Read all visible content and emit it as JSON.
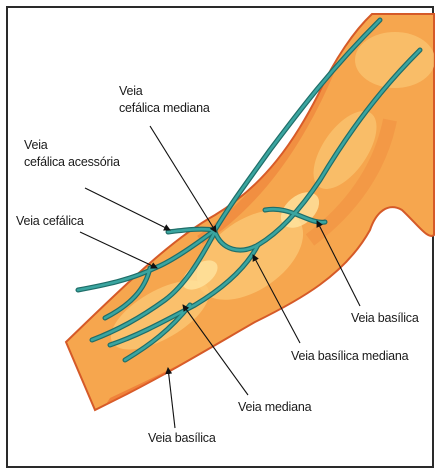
{
  "labels": {
    "cefalica_mediana_l1": "Veia",
    "cefalica_mediana_l2": "cefálica mediana",
    "cefalica_acessoria_l1": "Veia",
    "cefalica_acessoria_l2": "cefálica acessória",
    "cefalica": "Veia cefálica",
    "basilica_right": "Veia basílica",
    "basilica_mediana": "Veia basílica mediana",
    "mediana": "Veia mediana",
    "basilica_bottom": "Veia basílica"
  },
  "colors": {
    "background": "#ffffff",
    "frame": "#2a2a2a",
    "skin": "#f6a64e",
    "skin_light": "#fbc774",
    "skin_dark": "#e9652c",
    "vein": "#3aa5a0",
    "vein_outline": "#1f6e69",
    "leader_line": "#111111"
  }
}
